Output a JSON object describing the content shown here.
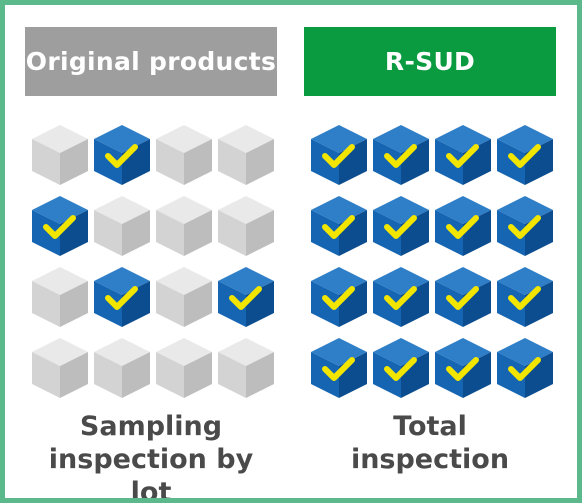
{
  "colors": {
    "frame_border": "#5bb98c",
    "original_header": "#9e9e9e",
    "rsud_header": "#0a9a3f",
    "caption_text": "#4a4a4a",
    "cube_blue_top": "#2f7fc8",
    "cube_blue_left": "#1565b3",
    "cube_blue_right": "#0c4d8f",
    "cube_gray_top": "#e9e9e9",
    "cube_gray_left": "#d3d3d3",
    "cube_gray_right": "#bdbdbd",
    "check_color": "#f2e600"
  },
  "original": {
    "title": "Original products",
    "caption_line1": "Sampling",
    "caption_line2": "inspection by lot",
    "grid": [
      [
        "unchecked",
        "checked",
        "unchecked",
        "unchecked"
      ],
      [
        "checked",
        "unchecked",
        "unchecked",
        "unchecked"
      ],
      [
        "unchecked",
        "checked",
        "unchecked",
        "checked"
      ],
      [
        "unchecked",
        "unchecked",
        "unchecked",
        "unchecked"
      ]
    ]
  },
  "rsud": {
    "title": "R-SUD",
    "caption_line1": "Total",
    "caption_line2": "inspection",
    "grid": [
      [
        "checked",
        "checked",
        "checked",
        "checked"
      ],
      [
        "checked",
        "checked",
        "checked",
        "checked"
      ],
      [
        "checked",
        "checked",
        "checked",
        "checked"
      ],
      [
        "checked",
        "checked",
        "checked",
        "checked"
      ]
    ]
  }
}
